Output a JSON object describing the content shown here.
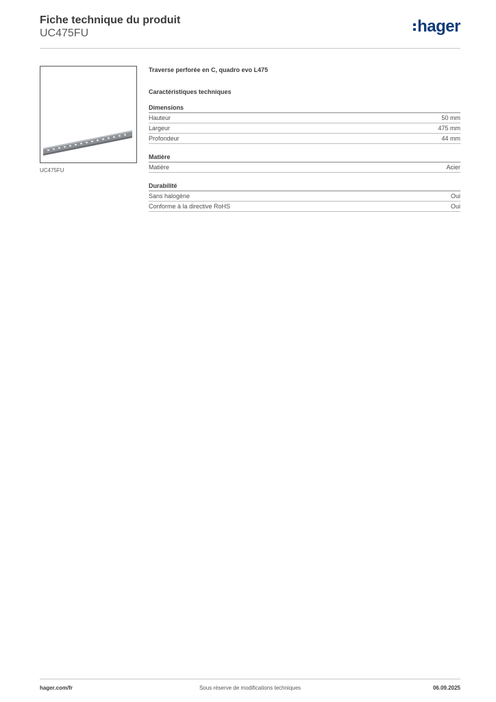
{
  "header": {
    "title": "Fiche technique du produit",
    "reference": "UC475FU",
    "logo_text": "hager"
  },
  "product": {
    "image_caption": "UC475FU",
    "title": "Traverse perforée en C, quadro evo L475",
    "specs_heading": "Caractéristiques techniques"
  },
  "sections": [
    {
      "title": "Dimensions",
      "rows": [
        {
          "label": "Hauteur",
          "value": "50 mm"
        },
        {
          "label": "Largeur",
          "value": "475 mm"
        },
        {
          "label": "Profondeur",
          "value": "44 mm"
        }
      ]
    },
    {
      "title": "Matière",
      "rows": [
        {
          "label": "Matière",
          "value": "Acier"
        }
      ]
    },
    {
      "title": "Durabilité",
      "rows": [
        {
          "label": "Sans halogène",
          "value": "Oui"
        },
        {
          "label": "Conforme à la directive RoHS",
          "value": "Oui"
        }
      ]
    }
  ],
  "footer": {
    "website": "hager.com/fr",
    "disclaimer": "Sous réserve de modifications techniques",
    "date": "06.09.2025"
  },
  "colors": {
    "brand": "#0e3b7a",
    "text": "#3a3a3a",
    "rule": "#bdbdbd"
  }
}
